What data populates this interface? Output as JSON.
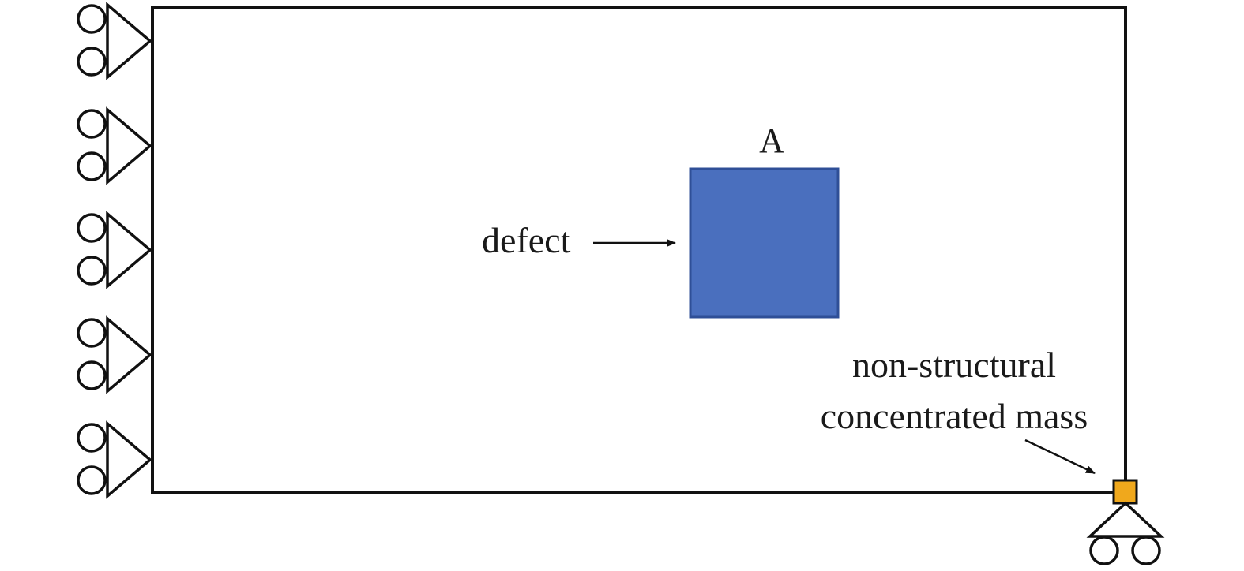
{
  "labels": {
    "region": "A",
    "defect": "defect",
    "mass_line1": "non-structural",
    "mass_line2": "concentrated mass"
  },
  "colors": {
    "stroke": "#111111",
    "defect_fill": "#4a6fbe",
    "defect_border": "#2f4f97",
    "mass_fill": "#f0a81c"
  },
  "supports": {
    "left_roller_count": 5,
    "bottom_right_roller_count": 1
  }
}
